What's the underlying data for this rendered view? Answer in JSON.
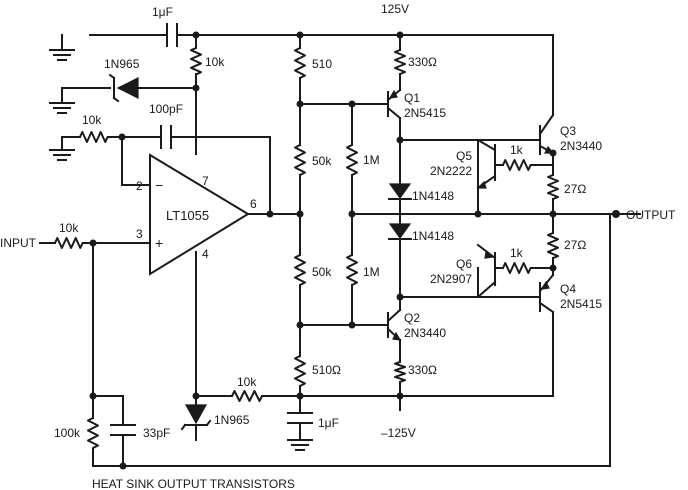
{
  "opamp": {
    "name": "LT1055",
    "pin_inv": "2",
    "pin_noninv": "3",
    "pin_v_pos": "7",
    "pin_out": "6",
    "pin_v_neg": "4",
    "minus_sign": "−",
    "plus_sign": "+"
  },
  "supplies": {
    "positive": "125V",
    "negative": "–125V"
  },
  "ports": {
    "input": "INPUT",
    "output": "OUTPUT"
  },
  "capacitors": {
    "c_top": "1μF",
    "c_feedback": "100pF",
    "c_bottom": "1μF",
    "c_comp": "33pF"
  },
  "resistors": {
    "r_top10k": "10k",
    "r_fb10k": "10k",
    "r_in10k": "10k",
    "r_bot10k": "10k",
    "r_510_top": "510",
    "r_50k_top": "50k",
    "r_50k_bot": "50k",
    "r_510_bot": "510Ω",
    "r_1m_top": "1M",
    "r_1m_bot": "1M",
    "r_330_top": "330Ω",
    "r_330_bot": "330Ω",
    "r_1k_top": "1k",
    "r_1k_bot": "1k",
    "r_27_top": "27Ω",
    "r_27_bot": "27Ω",
    "r_100k": "100k"
  },
  "diodes": {
    "z_top": "1N965",
    "z_bot": "1N965",
    "d1": "1N4148",
    "d2": "1N4148"
  },
  "transistors": {
    "q1": {
      "ref": "Q1",
      "part": "2N5415"
    },
    "q2": {
      "ref": "Q2",
      "part": "2N3440"
    },
    "q3": {
      "ref": "Q3",
      "part": "2N3440"
    },
    "q4": {
      "ref": "Q4",
      "part": "2N5415"
    },
    "q5": {
      "ref": "Q5",
      "part": "2N2222"
    },
    "q6": {
      "ref": "Q6",
      "part": "2N2907"
    }
  },
  "note": "HEAT SINK OUTPUT TRANSISTORS"
}
